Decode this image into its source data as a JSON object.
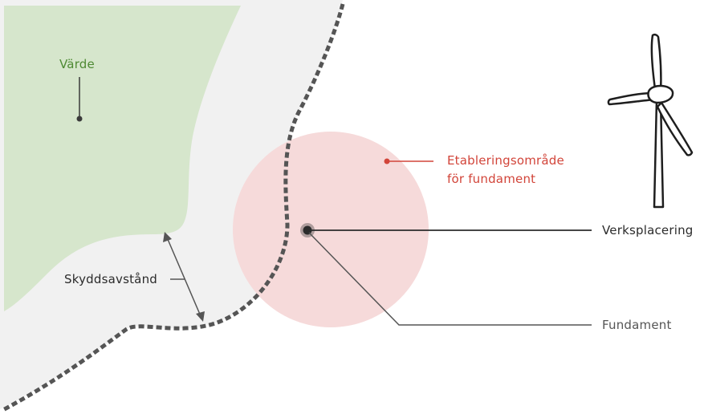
{
  "labels": {
    "varde": "Värde",
    "etablering_line1": "Etableringsområde",
    "etablering_line2": "för fundament",
    "verksplacering": "Verksplacering",
    "fundament": "Fundament",
    "skyddsavstand": "Skyddsavstånd"
  },
  "colors": {
    "value_area": "#d6e6cc",
    "buffer_area": "#f1f1f1",
    "establishment_area": "#f6dada",
    "value_text": "#4e8a33",
    "establishment_text": "#d2453a",
    "dark": "#2b2b2b",
    "boundary": "#555555"
  },
  "icons": {
    "turbine": "wind-turbine-icon"
  }
}
